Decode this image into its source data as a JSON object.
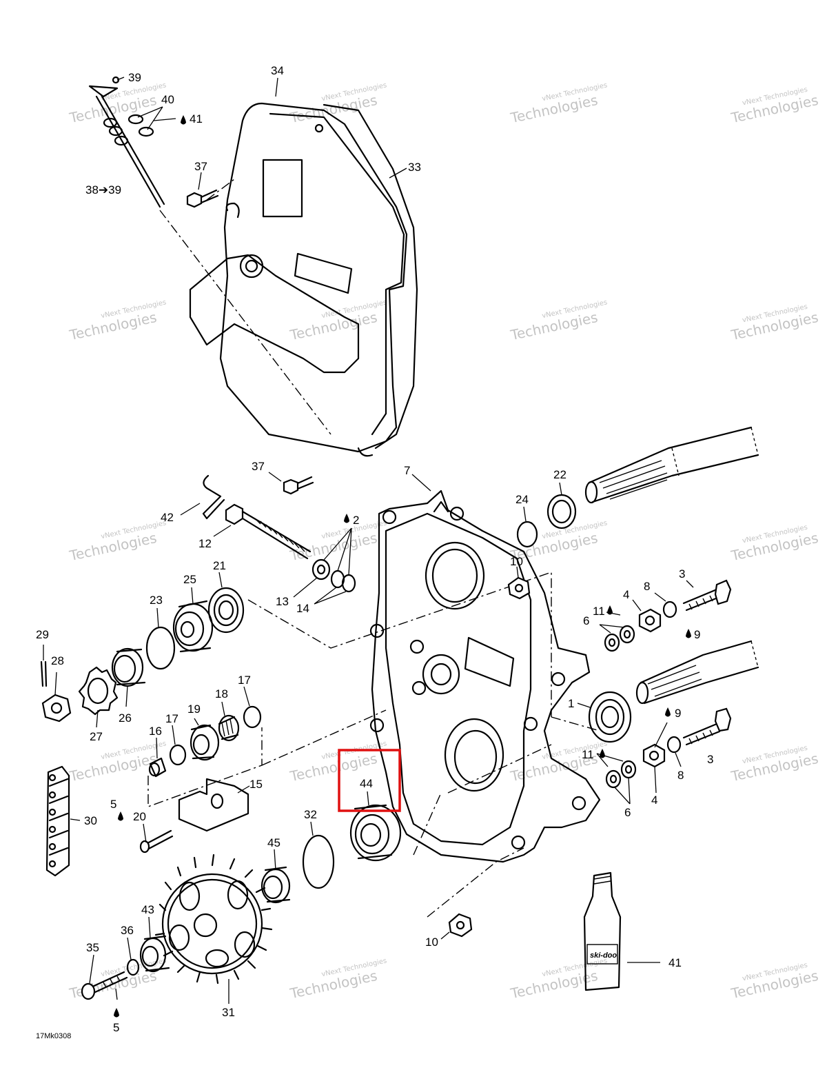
{
  "diagram_code": "17Mk0308",
  "highlight_color": "#e01010",
  "highlighted_part": "44",
  "watermark": {
    "line1": "vNext Technologies",
    "line2": "vNext",
    "line3": "Technologies"
  },
  "callouts": [
    {
      "id": "c39a",
      "text": "39"
    },
    {
      "id": "c40",
      "text": "40"
    },
    {
      "id": "c41a",
      "text": "41"
    },
    {
      "id": "c34",
      "text": "34"
    },
    {
      "id": "c33",
      "text": "33"
    },
    {
      "id": "c37a",
      "text": "37"
    },
    {
      "id": "c38",
      "text": "38➔39"
    },
    {
      "id": "c37b",
      "text": "37"
    },
    {
      "id": "c7",
      "text": "7"
    },
    {
      "id": "c22",
      "text": "22"
    },
    {
      "id": "c24",
      "text": "24"
    },
    {
      "id": "c42",
      "text": "42"
    },
    {
      "id": "c12",
      "text": "12"
    },
    {
      "id": "c2",
      "text": "2"
    },
    {
      "id": "c10a",
      "text": "10"
    },
    {
      "id": "c3a",
      "text": "3"
    },
    {
      "id": "c8a",
      "text": "8"
    },
    {
      "id": "c4a",
      "text": "4"
    },
    {
      "id": "c11a",
      "text": "11"
    },
    {
      "id": "c9a",
      "text": "9"
    },
    {
      "id": "c6a",
      "text": "6"
    },
    {
      "id": "c13",
      "text": "13"
    },
    {
      "id": "c14",
      "text": "14"
    },
    {
      "id": "c25",
      "text": "25"
    },
    {
      "id": "c21",
      "text": "21"
    },
    {
      "id": "c23",
      "text": "23"
    },
    {
      "id": "c29",
      "text": "29"
    },
    {
      "id": "c28",
      "text": "28"
    },
    {
      "id": "c26",
      "text": "26"
    },
    {
      "id": "c27",
      "text": "27"
    },
    {
      "id": "c17a",
      "text": "17"
    },
    {
      "id": "c18",
      "text": "18"
    },
    {
      "id": "c17b",
      "text": "17"
    },
    {
      "id": "c19",
      "text": "19"
    },
    {
      "id": "c16",
      "text": "16"
    },
    {
      "id": "c1",
      "text": "1"
    },
    {
      "id": "c9b",
      "text": "9"
    },
    {
      "id": "c3b",
      "text": "3"
    },
    {
      "id": "c11b",
      "text": "11"
    },
    {
      "id": "c8b",
      "text": "8"
    },
    {
      "id": "c4b",
      "text": "4"
    },
    {
      "id": "c6b",
      "text": "6"
    },
    {
      "id": "c44",
      "text": "44"
    },
    {
      "id": "c15",
      "text": "15"
    },
    {
      "id": "c5a",
      "text": "5"
    },
    {
      "id": "c20",
      "text": "20"
    },
    {
      "id": "c30",
      "text": "30"
    },
    {
      "id": "c32",
      "text": "32"
    },
    {
      "id": "c45",
      "text": "45"
    },
    {
      "id": "c43",
      "text": "43"
    },
    {
      "id": "c36",
      "text": "36"
    },
    {
      "id": "c35",
      "text": "35"
    },
    {
      "id": "c31",
      "text": "31"
    },
    {
      "id": "c5b",
      "text": "5"
    },
    {
      "id": "c10b",
      "text": "10"
    },
    {
      "id": "c41b",
      "text": "41"
    }
  ],
  "bottle_label": "ski-doo"
}
